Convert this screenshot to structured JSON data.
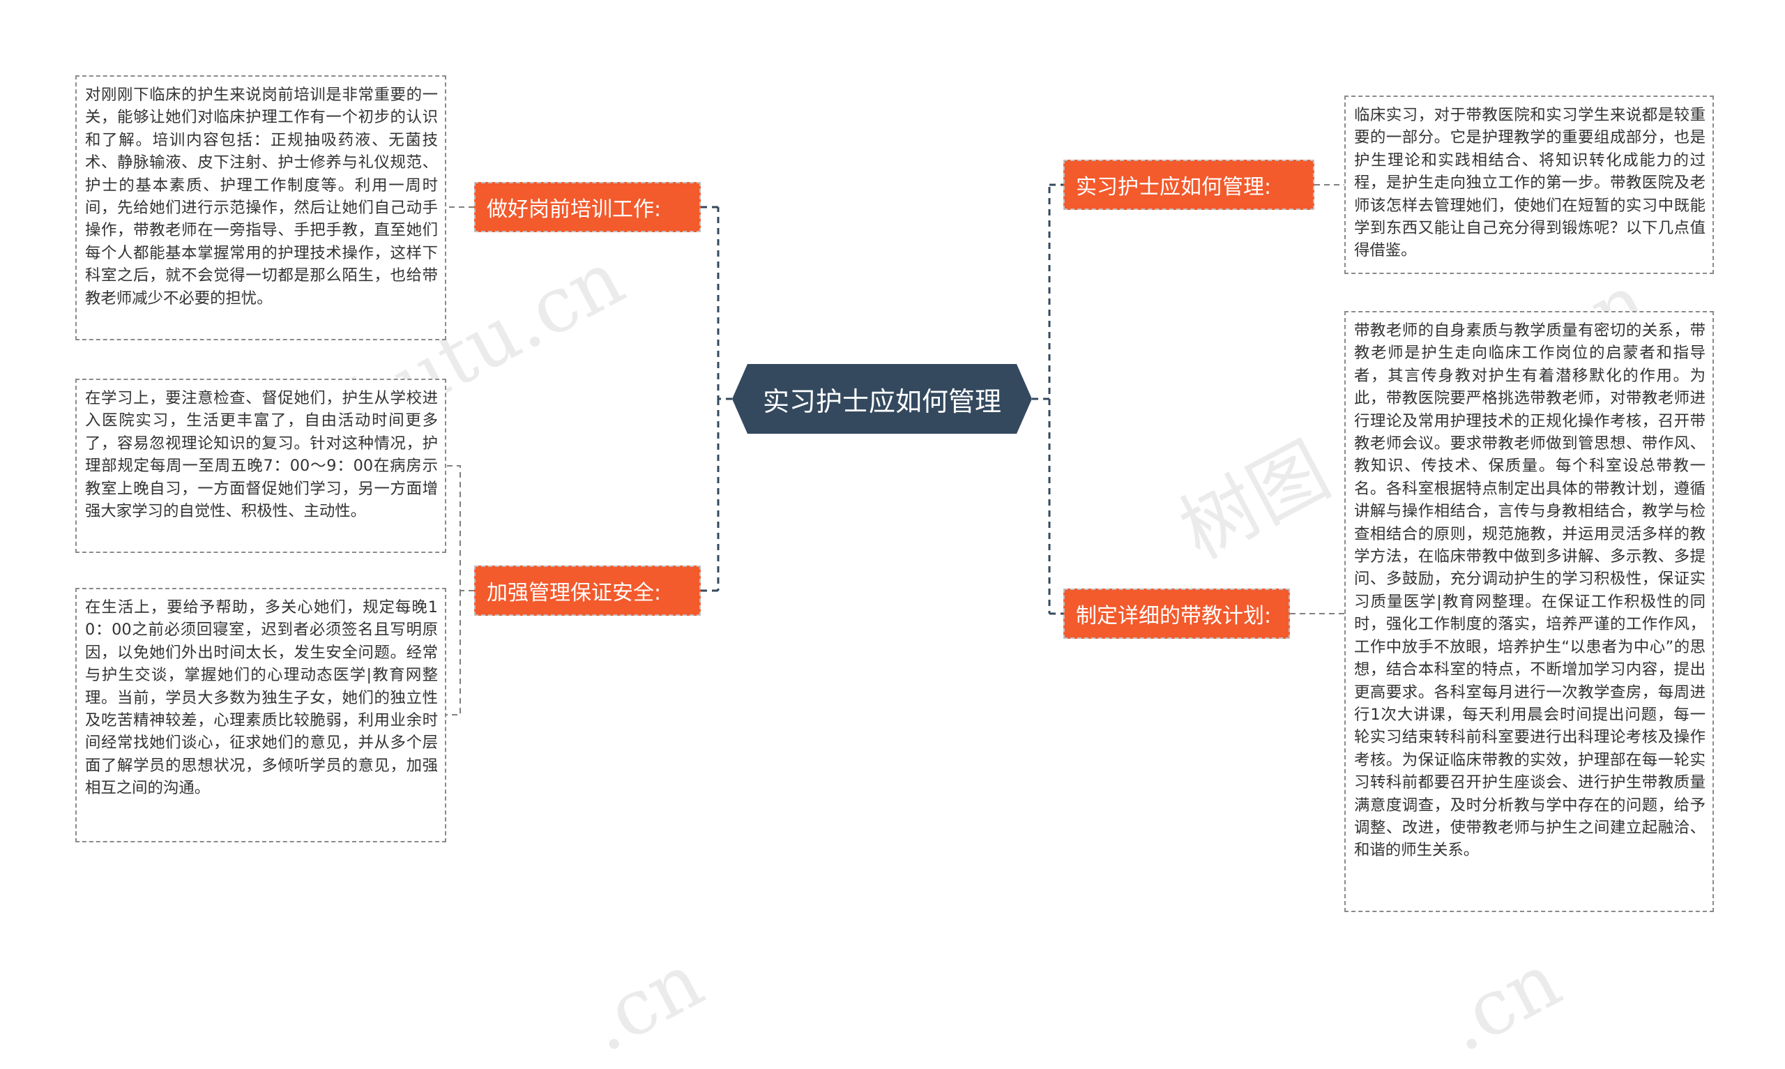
{
  "center": {
    "title": "实习护士应如何管理"
  },
  "branches": [
    {
      "label": "做好岗前培训工作:",
      "leaves": [
        "对刚刚下临床的护生来说岗前培训是非常重要的一关，能够让她们对临床护理工作有一个初步的认识和了解。培训内容包括：正规抽吸药液、无菌技术、静脉输液、皮下注射、护士修养与礼仪规范、护士的基本素质、护理工作制度等。利用一周时间，先给她们进行示范操作，然后让她们自己动手操作，带教老师在一旁指导、手把手教，直至她们每个人都能基本掌握常用的护理技术操作，这样下科室之后，就不会觉得一切都是那么陌生，也给带教老师减少不必要的担忧。"
      ]
    },
    {
      "label": "加强管理保证安全:",
      "leaves": [
        "在学习上，要注意检查、督促她们，护生从学校进入医院实习，生活更丰富了，自由活动时间更多了，容易忽视理论知识的复习。针对这种情况，护理部规定每周一至周五晚7：00～9：00在病房示教室上晚自习，一方面督促她们学习，另一方面增强大家学习的自觉性、积极性、主动性。",
        "在生活上，要给予帮助，多关心她们，规定每晚10：00之前必须回寝室，迟到者必须签名且写明原因，以免她们外出时间太长，发生安全问题。经常与护生交谈，掌握她们的心理动态医学|教育网整理。当前，学员大多数为独生子女，她们的独立性及吃苦精神较差，心理素质比较脆弱，利用业余时间经常找她们谈心，征求她们的意见，并从多个层面了解学员的思想状况，多倾听学员的意见，加强相互之间的沟通。"
      ]
    },
    {
      "label": "实习护士应如何管理:",
      "leaves": [
        "临床实习，对于带教医院和实习学生来说都是较重要的一部分。它是护理教学的重要组成部分，也是护生理论和实践相结合、将知识转化成能力的过程，是护生走向独立工作的第一步。带教医院及老师该怎样去管理她们，使她们在短暂的实习中既能学到东西又能让自己充分得到锻炼呢？以下几点值得借鉴。"
      ]
    },
    {
      "label": "制定详细的带教计划:",
      "leaves": [
        "带教老师的自身素质与教学质量有密切的关系，带教老师是护生走向临床工作岗位的启蒙者和指导者，其言传身教对护生有着潜移默化的作用。为此，带教医院要严格挑选带教老师，对带教老师进行理论及常用护理技术的正规化操作考核，召开带教老师会议。要求带教老师做到管思想、带作风、教知识、传技术、保质量。每个科室设总带教一名。各科室根据特点制定出具体的带教计划，遵循讲解与操作相结合，言传与身教相结合，教学与检查相结合的原则，规范施教，并运用灵活多样的教学方法，在临床带教中做到多讲解、多示教、多提问、多鼓励，充分调动护生的学习积极性，保证实习质量医学|教育网整理。在保证工作积极性的同时，强化工作制度的落实，培养严谨的工作作风，工作中放手不放眼，培养护生“以患者为中心”的思想，结合本科室的特点，不断增加学习内容，提出更高要求。各科室每月进行一次教学查房，每周进行1次大讲课，每天利用晨会时间提出问题，每一轮实习结束转科前科室要进行出科理论考核及操作考核。为保证临床带教的实效，护理部在每一轮实习转科前都要召开护生座谈会、进行护生带教质量满意度调查，及时分析教与学中存在的问题，给予调整、改进，使带教老师与护生之间建立起融洽、和谐的师生关系。"
      ]
    }
  ],
  "watermark": {
    "text": "树图 shutu.cn",
    "short": "shutu.cn",
    "tail": ".cn"
  },
  "colors": {
    "center": "#34495e",
    "branch": "#f35a2c",
    "line": "#34495e",
    "leaf_border": "#8a8a8a"
  }
}
